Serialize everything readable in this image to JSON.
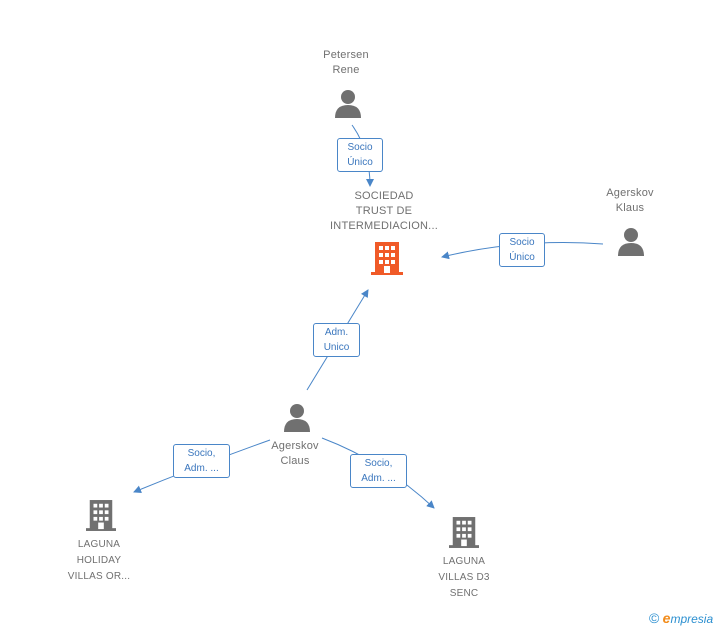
{
  "nodes": {
    "petersen": {
      "lines": [
        "Petersen",
        "Rene"
      ],
      "icon": "person-icon"
    },
    "sociedad": {
      "lines": [
        "SOCIEDAD",
        "TRUST DE",
        "INTERMEDIACION..."
      ],
      "icon": "building-icon",
      "color": "#f05a28"
    },
    "agerskov_right": {
      "lines": [
        "Agerskov",
        "Klaus"
      ],
      "icon": "person-icon"
    },
    "agerskov_center": {
      "lines": [
        "Agerskov",
        "Claus"
      ],
      "icon": "person-icon"
    },
    "laguna_holiday": {
      "lines": [
        "LAGUNA",
        "HOLIDAY",
        "VILLAS OR..."
      ],
      "icon": "building-icon",
      "color": "#707070"
    },
    "laguna_d3": {
      "lines": [
        "LAGUNA",
        "VILLAS D3",
        "SENC"
      ],
      "icon": "building-icon",
      "color": "#707070"
    }
  },
  "edges": {
    "petersen_sociedad": [
      "Socio",
      "Único"
    ],
    "klaus_sociedad": [
      "Socio",
      "Único"
    ],
    "claus_sociedad": [
      "Adm.",
      "Unico"
    ],
    "claus_holiday": [
      "Socio,",
      "Adm. ..."
    ],
    "claus_d3": [
      "Socio,",
      "Adm. ..."
    ]
  },
  "colors": {
    "edge": "#4a86c8",
    "person": "#707070"
  },
  "watermark": {
    "copyright": "©",
    "brand_first": "e",
    "brand_rest": "mpresia"
  }
}
